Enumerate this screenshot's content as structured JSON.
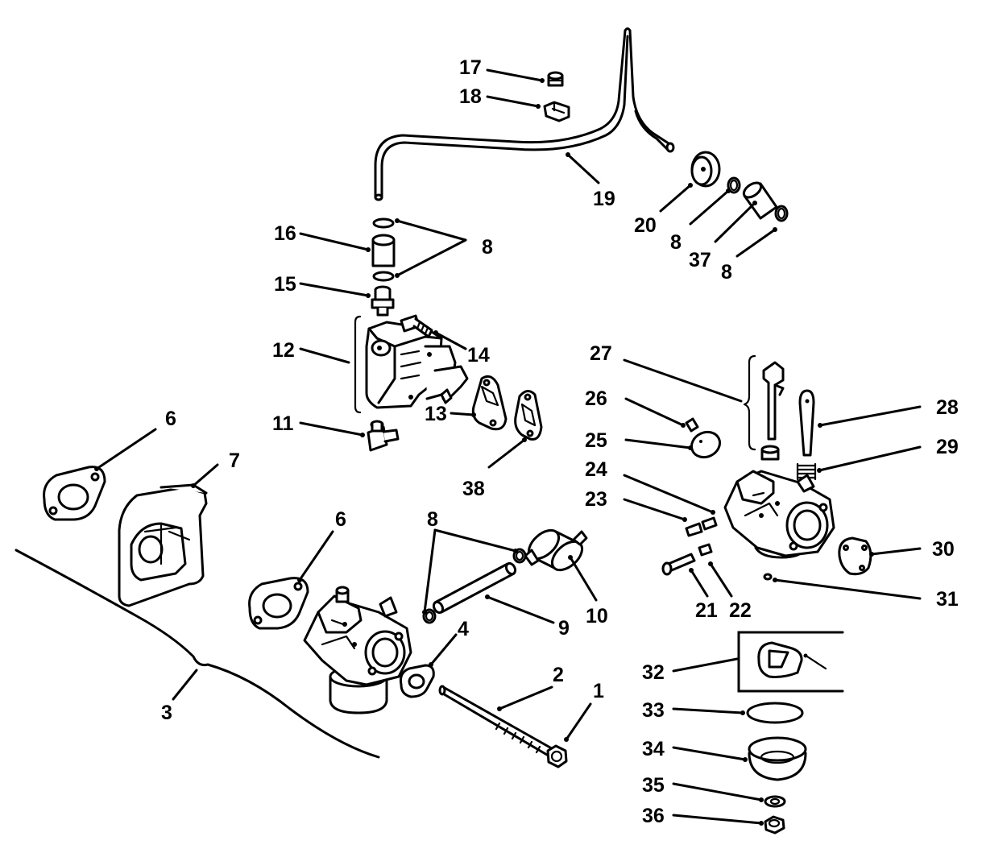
{
  "labels": {
    "l1": "1",
    "l2": "2",
    "l3": "3",
    "l4": "4",
    "l6a": "6",
    "l6b": "6",
    "l7": "7",
    "l8a": "8",
    "l8b": "8",
    "l8c": "8",
    "l8d": "8",
    "l9": "9",
    "l10": "10",
    "l11": "11",
    "l12": "12",
    "l13": "13",
    "l14": "14",
    "l15": "15",
    "l16": "16",
    "l17": "17",
    "l18": "18",
    "l19": "19",
    "l20": "20",
    "l21": "21",
    "l22": "22",
    "l23": "23",
    "l24": "24",
    "l25": "25",
    "l26": "26",
    "l27": "27",
    "l28": "28",
    "l29": "29",
    "l30": "30",
    "l31": "31",
    "l32": "32",
    "l33": "33",
    "l34": "34",
    "l35": "35",
    "l36": "36",
    "l37": "37",
    "l38": "38"
  }
}
